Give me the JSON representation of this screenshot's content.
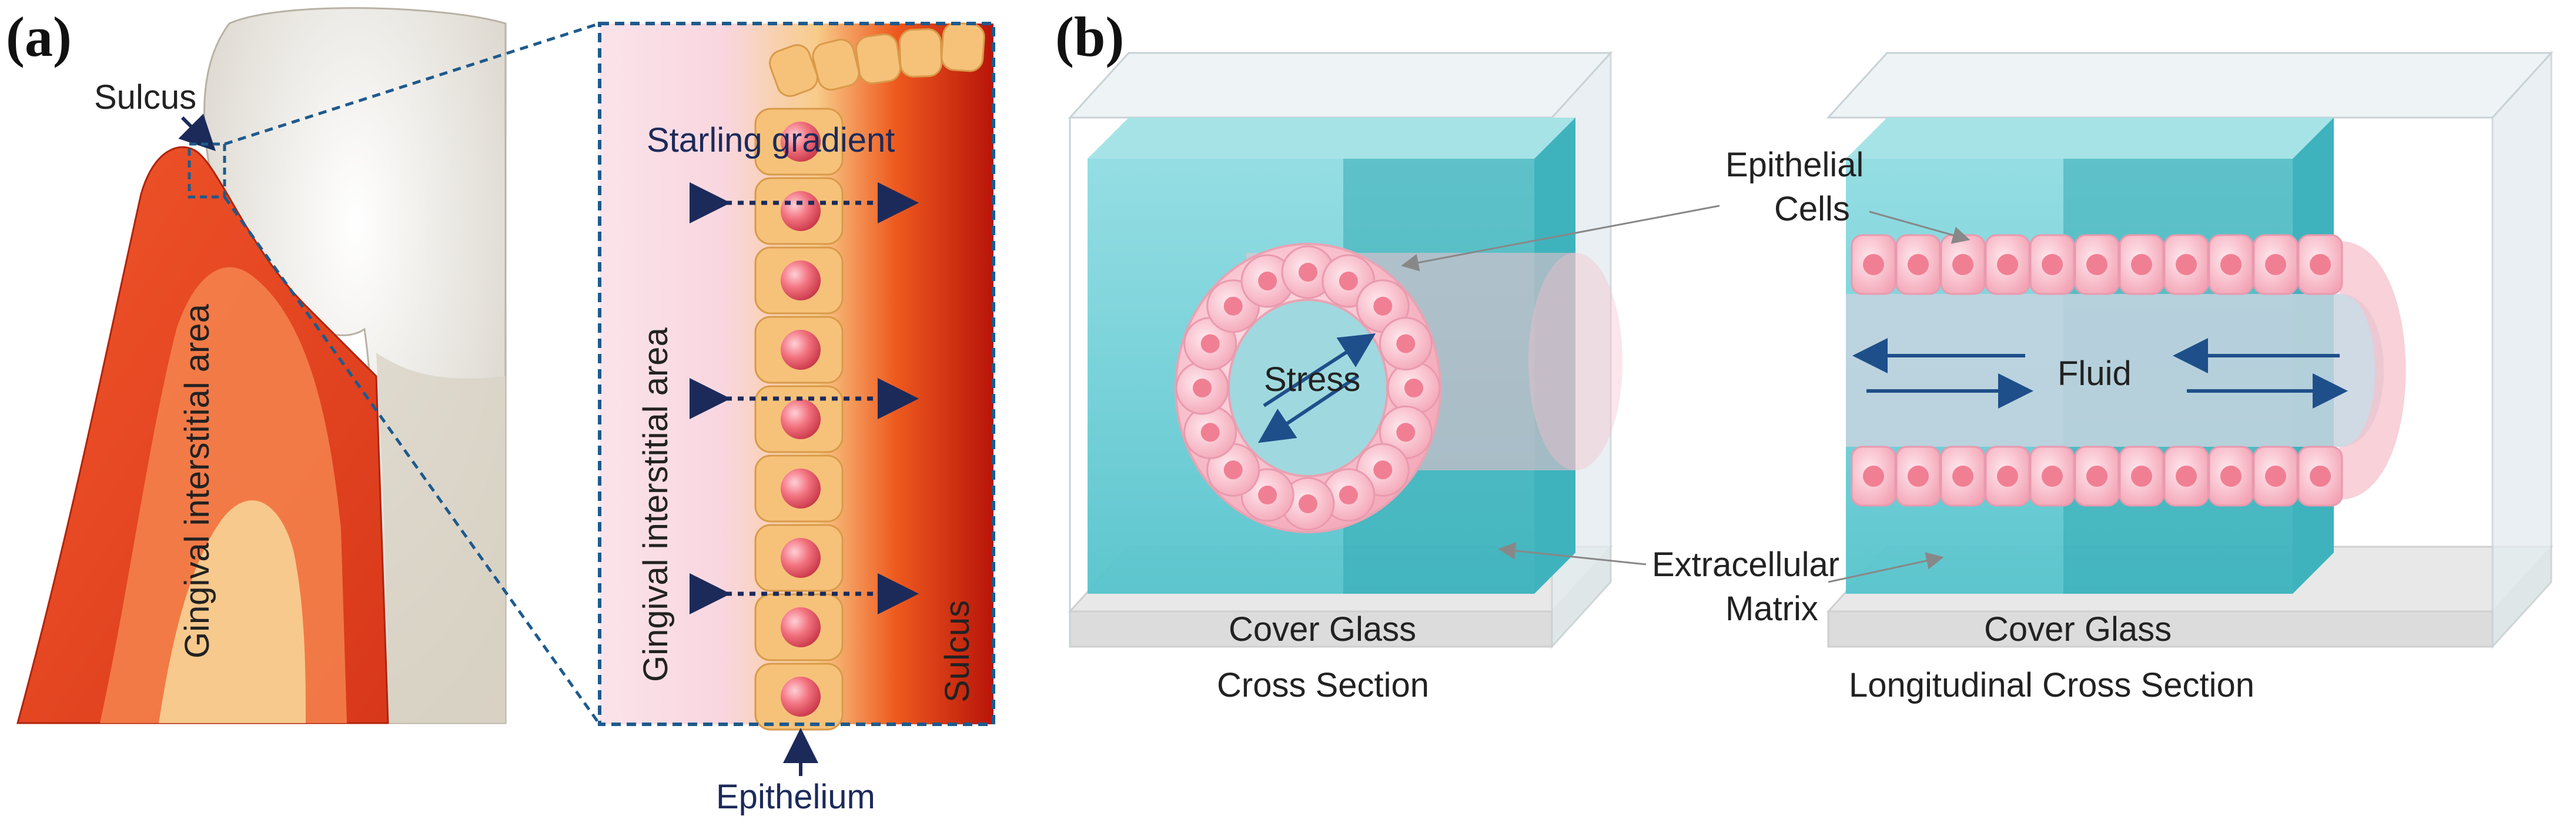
{
  "panel_a": {
    "label": "(a)",
    "sulcus_top": "Sulcus",
    "gingival_left": "Gingival interstitial area",
    "starling": "Starling gradient",
    "gingival_inset": "Gingival interstitial area",
    "sulcus_inset": "Sulcus",
    "epithelium": "Epithelium"
  },
  "panel_b": {
    "label": "(b)",
    "epithelial_cells_line1": "Epithelial",
    "epithelial_cells_line2": "Cells",
    "stress": "Stress",
    "fluid": "Fluid",
    "ecm_line1": "Extracellular",
    "ecm_line2": "Matrix",
    "cover_glass_left": "Cover Glass",
    "cover_glass_right": "Cover Glass",
    "caption_left": "Cross Section",
    "caption_right": "Longitudinal Cross Section"
  },
  "colors": {
    "gum": "#e8401e",
    "gum_dark": "#c42a10",
    "tooth": "#e8e4dc",
    "inset_frame": "#1e5a8c",
    "cell_body": "#f6c27a",
    "nucleus": "#e85a6a",
    "arrow": "#1c2a5a",
    "gel": "#5cc7d0",
    "gel_dark": "#2aa6b0",
    "tube_cell": "#f7b8c4"
  }
}
